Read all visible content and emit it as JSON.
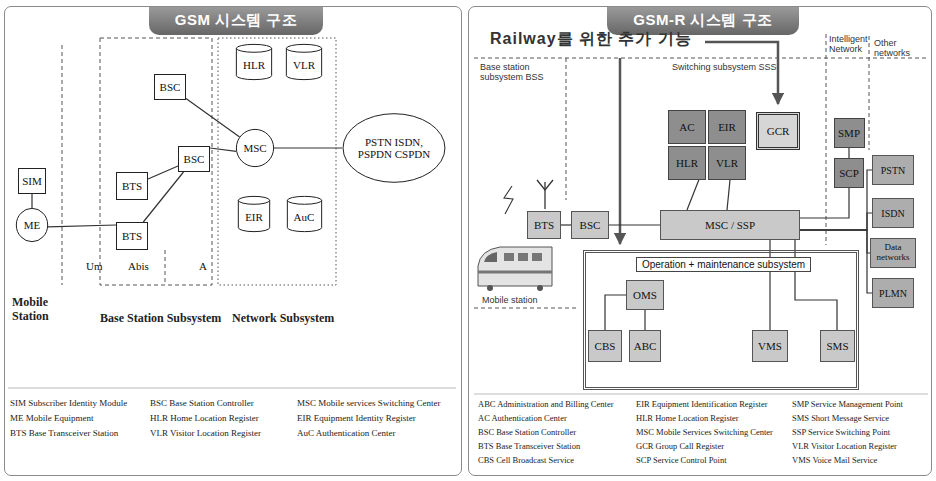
{
  "diagram": {
    "nodes": [
      {
        "text": [
          "GSM 시스템 구조"
        ]
      },
      {
        "text": [
          "SIM"
        ],
        "in": 0
      },
      {
        "text": [
          "ME"
        ],
        "in": 0
      },
      {
        "text": [
          "BTS"
        ],
        "in": 0
      },
      {
        "text": [
          "BTS"
        ],
        "in": 0
      },
      {
        "text": [
          "BSC"
        ],
        "in": 0
      },
      {
        "text": [
          "BSC"
        ],
        "in": 0
      },
      {
        "text": [
          "HLR"
        ],
        "in": 0
      },
      {
        "text": [
          "VLR"
        ],
        "in": 0
      },
      {
        "text": [
          "MSC"
        ],
        "in": 0
      },
      {
        "text": [
          "EIR"
        ],
        "in": 0
      },
      {
        "text": [
          "AuC"
        ],
        "in": 0
      },
      {
        "text": [
          "PSTN ISDN, PSPDN CSPDN"
        ],
        "in": 0
      },
      {
        "text": [
          "GSM-R 시스템 구조"
        ]
      },
      {
        "text": [
          "AC"
        ],
        "in": 13
      },
      {
        "text": [
          "EIR"
        ],
        "in": 13
      },
      {
        "text": [
          "GCR"
        ],
        "in": 13
      },
      {
        "text": [
          "HLR"
        ],
        "in": 13
      },
      {
        "text": [
          "VLR"
        ],
        "in": 13
      },
      {
        "text": [
          "SMP"
        ],
        "in": 13
      },
      {
        "text": [
          "SCP"
        ],
        "in": 13
      },
      {
        "text": [
          "PSTN"
        ],
        "in": 13
      },
      {
        "text": [
          "ISDN"
        ],
        "in": 13
      },
      {
        "text": [
          "Data networks"
        ],
        "in": 13
      },
      {
        "text": [
          "BTS"
        ],
        "in": 13
      },
      {
        "text": [
          "BSC"
        ],
        "in": 13
      },
      {
        "text": [
          "MSC / SSP"
        ],
        "in": 13
      },
      {
        "text": [
          "PLMN"
        ],
        "in": 13
      },
      {
        "text": [
          "Operation + maintenance subsystem"
        ],
        "in": 13
      },
      {
        "text": [
          "OMS"
        ],
        "in": 28
      },
      {
        "text": [
          "CBS"
        ],
        "in": 28
      },
      {
        "text": [
          "ABC"
        ],
        "in": 28
      },
      {
        "text": [
          "VMS"
        ],
        "in": 28
      },
      {
        "text": [
          "SMS"
        ],
        "in": 28
      }
    ],
    "edges": [
      {
        "from": 1,
        "to": 2,
        "arrow": "none"
      },
      {
        "from": 2,
        "to": 4,
        "arrow": "none"
      },
      {
        "from": 3,
        "to": 6,
        "arrow": "none"
      },
      {
        "from": 4,
        "to": 6,
        "arrow": "none"
      },
      {
        "from": 5,
        "to": 9,
        "arrow": "none"
      },
      {
        "from": 6,
        "to": 9,
        "arrow": "none"
      },
      {
        "from": 9,
        "to": 12,
        "arrow": "none"
      },
      {
        "from": 24,
        "to": 25,
        "arrow": "none"
      },
      {
        "from": 25,
        "to": 26,
        "arrow": "none"
      },
      {
        "from": 17,
        "to": 26,
        "arrow": "none"
      },
      {
        "from": 18,
        "to": 26,
        "arrow": "none"
      },
      {
        "from": 19,
        "to": 20,
        "arrow": "none"
      },
      {
        "from": 20,
        "to": 26,
        "arrow": "none"
      },
      {
        "from": 26,
        "to": 21,
        "arrow": "none"
      },
      {
        "from": 26,
        "to": 22,
        "arrow": "none"
      },
      {
        "from": 26,
        "to": 23,
        "arrow": "none"
      },
      {
        "from": 26,
        "to": 27,
        "arrow": "none"
      },
      {
        "from": 26,
        "to": 32,
        "arrow": "none"
      },
      {
        "from": 26,
        "to": 33,
        "arrow": "none"
      },
      {
        "from": 29,
        "to": 30,
        "arrow": "none"
      },
      {
        "from": 29,
        "to": 31,
        "arrow": "none"
      }
    ],
    "labels": [
      "Um",
      "Abis",
      "A",
      "Mobile Station",
      "Base Station Subsystem",
      "Network Subsystem",
      "SIM Subscriber Identity Module",
      "BSC Base Station Controller",
      "MSC Mobile services Switching Center",
      "ME Mobile Equipment",
      "HLR Home Location Register",
      "EIR Equipment Identity Register",
      "BTS Base Transceiver Station",
      "VLR Visitor Location Register",
      "AuC Authentication Center",
      "Railway를 위한 추가 기능",
      "Base station subsystem BSS",
      "Switching subsystem SSS",
      "Intelligent Network",
      "Other networks",
      "Mobile station",
      "ABC Administration and Billing Center",
      "EIR Equipment Identification Register",
      "SMP Service Management Point",
      "AC Authentication Center",
      "HLR Home Location Register",
      "SMS Short Message Service",
      "BSC Base Station Controller",
      "MSC Mobile Services Switching Center",
      "SSP Service Switching Point",
      "BTS Base Transceiver Station",
      "GCR Group Call Register",
      "VLR Visitor Location Register",
      "CBS Cell Broadcast Service",
      "SCP Service Control Point",
      "VMS Voice Mail Service"
    ]
  }
}
